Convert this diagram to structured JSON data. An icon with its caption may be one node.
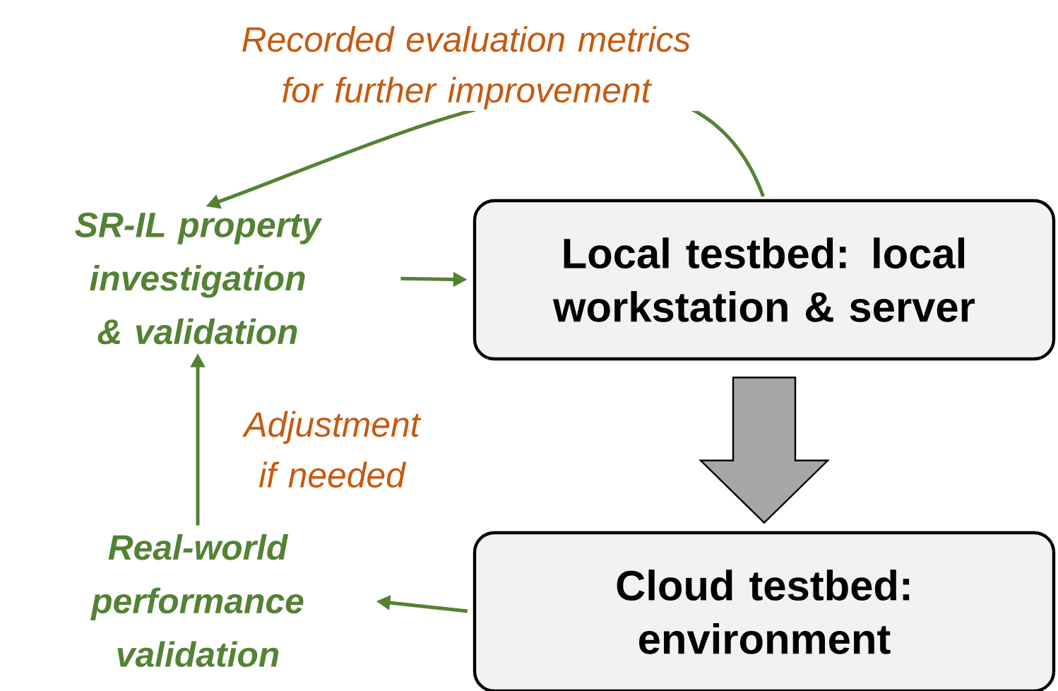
{
  "diagram": {
    "nodes": [
      {
        "text": [
          "SR-IL property investigation & validation"
        ]
      },
      {
        "text": [
          "Local testbed: local workstation & server"
        ]
      },
      {
        "text": [
          "Cloud testbed: environment"
        ]
      },
      {
        "text": [
          "Real-world performance validation"
        ]
      }
    ],
    "edges": [
      {
        "from": 1,
        "to": 0,
        "arrow": "to",
        "label": "Recorded evaluation metrics for further improvement"
      },
      {
        "from": 0,
        "to": 1,
        "arrow": "to"
      },
      {
        "from": 1,
        "to": 2,
        "arrow": "to",
        "style": "thick",
        "color": "#a6a6a6"
      },
      {
        "from": 2,
        "to": 3,
        "arrow": "to"
      },
      {
        "from": 3,
        "to": 0,
        "arrow": "to",
        "label": "Adjustment if needed"
      }
    ]
  }
}
